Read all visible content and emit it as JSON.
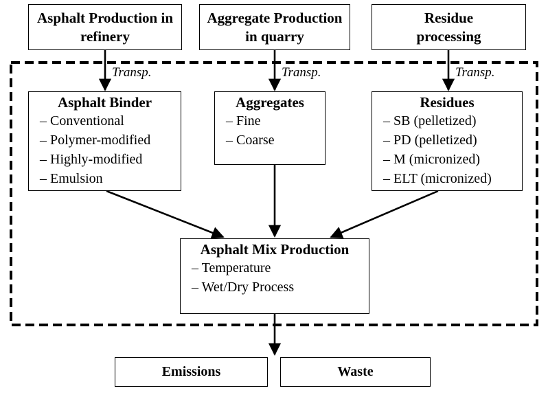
{
  "sources": [
    {
      "line1": "Asphalt Production in",
      "line2": "refinery"
    },
    {
      "line1": "Aggregate Production",
      "line2": "in quarry"
    },
    {
      "line1": "Residue",
      "line2": "processing"
    }
  ],
  "transport_label": "Transp.",
  "components": {
    "binder": {
      "title": "Asphalt Binder",
      "items": [
        "– Conventional",
        "– Polymer-modified",
        "– Highly-modified",
        "– Emulsion"
      ]
    },
    "aggregates": {
      "title": "Aggregates",
      "items": [
        "– Fine",
        "– Coarse"
      ]
    },
    "residues": {
      "title": "Residues",
      "items": [
        "– SB (pelletized)",
        "– PD (pelletized)",
        "– M (micronized)",
        "– ELT (micronized)"
      ]
    }
  },
  "mix": {
    "title": "Asphalt Mix Production",
    "items": [
      "– Temperature",
      "– Wet/Dry Process"
    ]
  },
  "outputs": {
    "emissions": "Emissions",
    "waste": "Waste"
  },
  "colors": {
    "line": "#000000",
    "background": "#ffffff"
  }
}
